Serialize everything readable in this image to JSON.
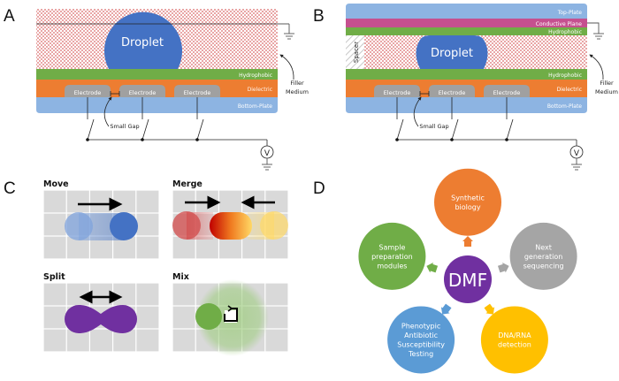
{
  "panels": {
    "a": {
      "letter": "A",
      "droplet": "Droplet",
      "layers": {
        "hydrophobic": "Hydrophobic",
        "dielectric": "Dielectric",
        "bottom_plate": "Bottom-Plate"
      },
      "electrodes": [
        "Electrode",
        "Electrode",
        "Electrode"
      ],
      "small_gap": "Small Gap",
      "filler_medium": [
        "Filler",
        "Medium"
      ],
      "voltage_source": "V"
    },
    "b": {
      "letter": "B",
      "droplet": "Droplet",
      "spacer": "Spacer",
      "layers": {
        "top_plate": "Top-Plate",
        "conductive_plane": "Conductive Plane",
        "hydrophobic_top": "Hydrophobic",
        "hydrophobic_bottom": "Hydrophobic",
        "dielectric": "Dielectric",
        "bottom_plate": "Bottom-Plate"
      },
      "electrodes": [
        "Electrode",
        "Electrode",
        "Electrode"
      ],
      "small_gap": "Small Gap",
      "filler_medium": [
        "Filler",
        "Medium"
      ],
      "voltage_source": "V"
    },
    "c": {
      "letter": "C",
      "operations": [
        {
          "name": "Move"
        },
        {
          "name": "Merge"
        },
        {
          "name": "Split"
        },
        {
          "name": "Mix"
        }
      ]
    },
    "d": {
      "letter": "D",
      "center": "DMF",
      "applications": [
        {
          "lines": [
            "Synthetic",
            "biology"
          ],
          "color": "#ed7d31"
        },
        {
          "lines": [
            "Next",
            "generation",
            "sequencing"
          ],
          "color": "#a5a5a5"
        },
        {
          "lines": [
            "DNA/RNA",
            "detection"
          ],
          "color": "#ffc000"
        },
        {
          "lines": [
            "Phenotypic",
            "Antibiotic",
            "Susceptibility",
            "Testing"
          ],
          "color": "#5b9bd5"
        },
        {
          "lines": [
            "Sample",
            "preparation",
            "modules"
          ],
          "color": "#70ad47"
        }
      ],
      "center_color": "#7030a0"
    }
  },
  "colors": {
    "droplet_blue": "#4472c4",
    "hydrophobic_green": "#70ad47",
    "dielectric_orange": "#ed7d31",
    "plate_blue": "#8db4e2",
    "electrode_gray": "#a0a0a0",
    "conductive_magenta": "#c5508f",
    "filler_red": "#e8a0a0",
    "grid_gray": "#d9d9d9",
    "split_purple": "#7030a0",
    "mix_green": "#70ad47"
  }
}
